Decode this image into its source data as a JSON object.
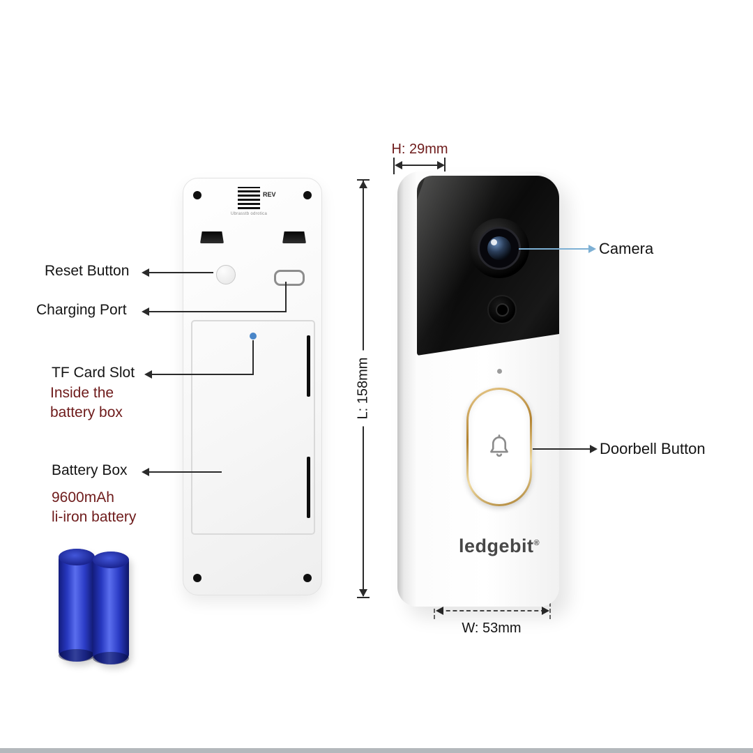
{
  "back_view": {
    "qr_text": "REV",
    "qr_caption": "Ubrasstb odrotica",
    "labels": {
      "reset": "Reset Button",
      "charging": "Charging Port",
      "tf": "TF Card Slot",
      "tf_note1": "Inside the",
      "tf_note2": "battery box",
      "battery": "Battery Box",
      "battery_note1": "9600mAh",
      "battery_note2": "li-iron battery"
    }
  },
  "front_view": {
    "labels": {
      "camera": "Camera",
      "doorbell": "Doorbell Button"
    },
    "brand": "ledgebit",
    "registered": "®"
  },
  "dimensions": {
    "height": "H: 29mm",
    "length": "L: 158mm",
    "width": "W: 53mm"
  },
  "colors": {
    "note_red": "#6e1b1b",
    "camera_line_blue": "#7db0d4",
    "battery_blue": "#2738c0",
    "gold": "#c49a52"
  }
}
